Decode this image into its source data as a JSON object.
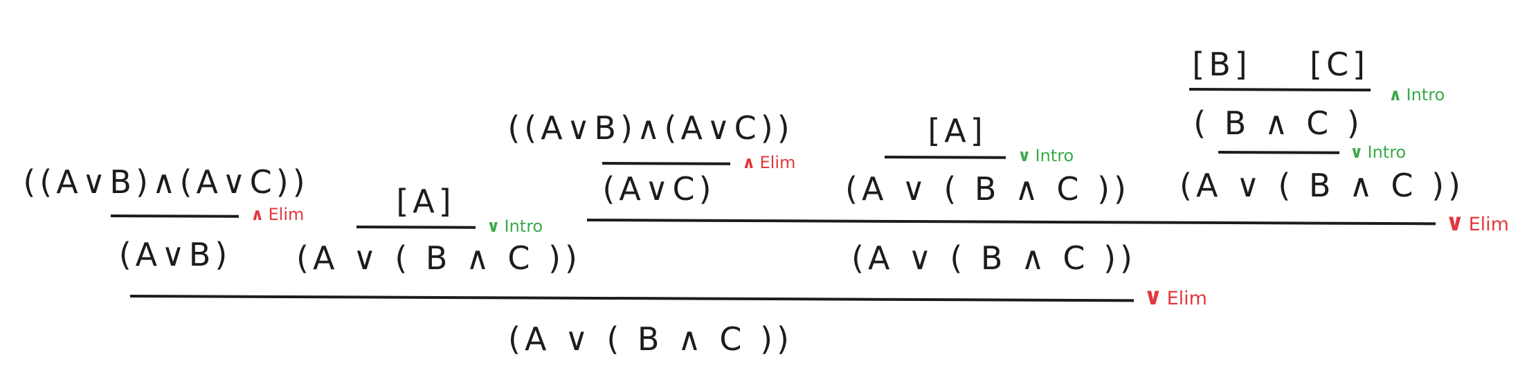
{
  "colors": {
    "ink": "#1c1c1c",
    "elim": "#e0383e",
    "intro": "#3aa94a"
  },
  "formulas": {
    "left_premise": "((A∨B)∧(A∨C))",
    "left_conclusion": "(A∨B)",
    "left_branch_assumption": "[A]",
    "left_branch_conclusion": "(A ∨ ( B ∧ C ))",
    "mid_premise": "((A∨B)∧(A∨C))",
    "mid_conclusion": "(A∨C)",
    "inner_left_assumption": "[A]",
    "inner_left_conclusion": "(A ∨ ( B ∧ C ))",
    "assumption_b": "[B]",
    "assumption_c": "[C]",
    "b_and_c": "( B ∧ C )",
    "inner_right_conclusion": "(A ∨ ( B ∧ C ))",
    "inner_result": "(A ∨ ( B ∧ C ))",
    "final_conclusion": "(A ∨ ( B ∧ C ))"
  },
  "rules": {
    "left_and_elim": {
      "symbol": "∧",
      "name": "Elim"
    },
    "left_or_intro": {
      "symbol": "∨",
      "name": "Intro"
    },
    "mid_and_elim": {
      "symbol": "∧",
      "name": "Elim"
    },
    "inner_or_intro": {
      "symbol": "∨",
      "name": "Intro"
    },
    "and_intro": {
      "symbol": "∧",
      "name": "Intro"
    },
    "right_or_intro": {
      "symbol": "∨",
      "name": "Intro"
    },
    "inner_or_elim": {
      "symbol": "∨",
      "name": "Elim"
    },
    "final_or_elim": {
      "symbol": "∨",
      "name": "Elim"
    }
  }
}
